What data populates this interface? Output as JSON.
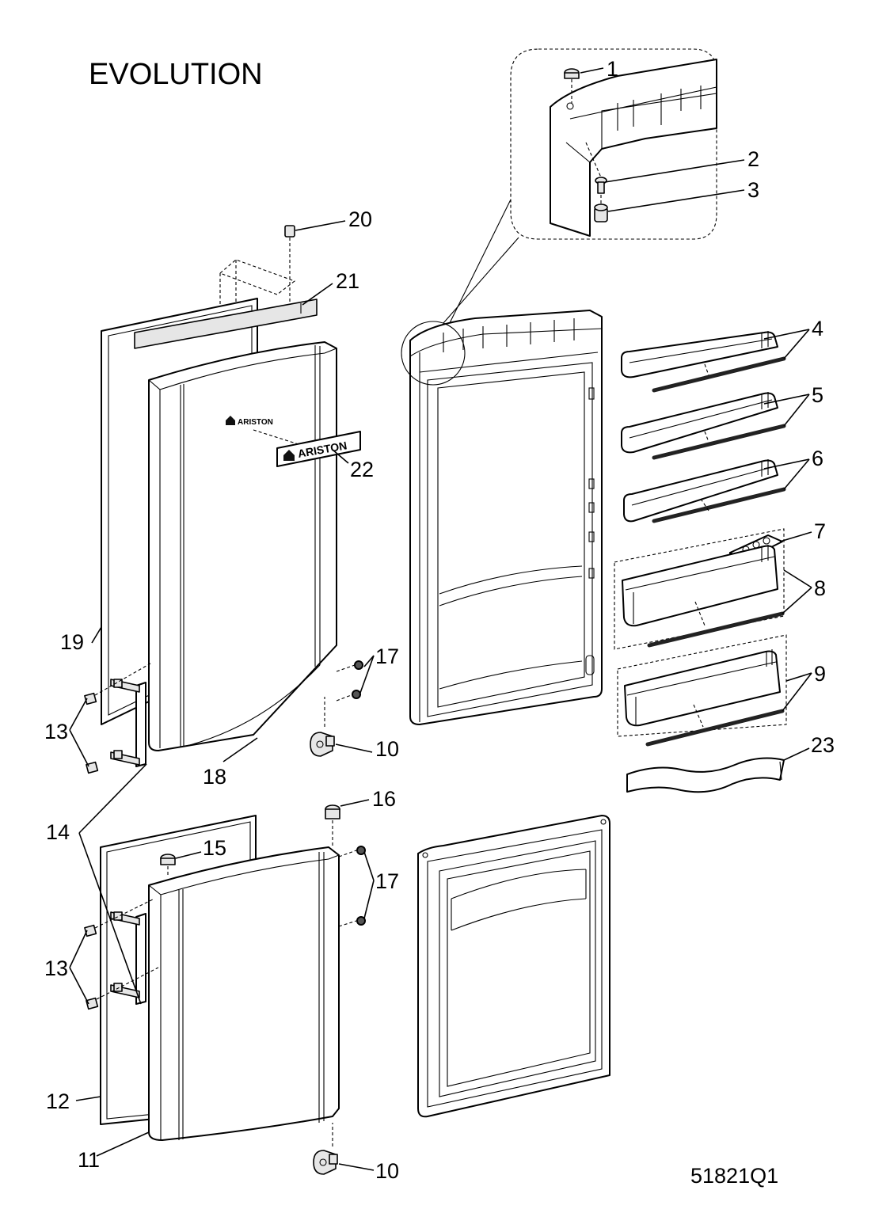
{
  "title": "EVOLUTION",
  "drawing_code": "51821Q1",
  "brand_small": "ARISTON",
  "brand_badge": "ARISTON",
  "callouts": {
    "c1": "1",
    "c2": "2",
    "c3": "3",
    "c4": "4",
    "c5": "5",
    "c6": "6",
    "c7": "7",
    "c8": "8",
    "c9": "9",
    "c10a": "10",
    "c10b": "10",
    "c11": "11",
    "c12": "12",
    "c13a": "13",
    "c13b": "13",
    "c14": "14",
    "c15": "15",
    "c16": "16",
    "c17a": "17",
    "c17b": "17",
    "c18": "18",
    "c19": "19",
    "c20": "20",
    "c21": "21",
    "c22": "22",
    "c23": "23"
  }
}
